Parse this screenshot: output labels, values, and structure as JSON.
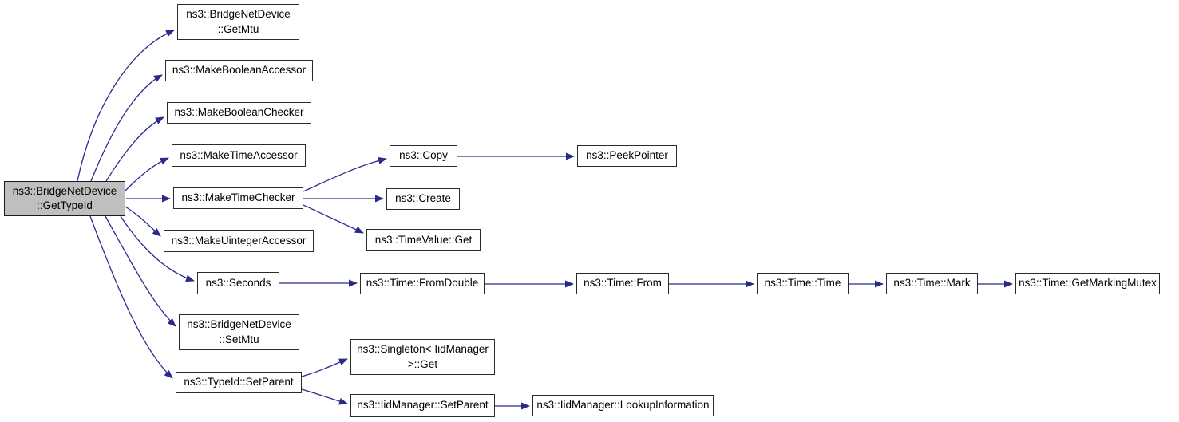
{
  "diagram": {
    "type": "call-graph",
    "edge_color": "#2a2a8c",
    "main_node_fill": "#bfbfbf",
    "node_fill": "#ffffff",
    "node_border": "#2b2b2b"
  },
  "nodes": [
    {
      "id": "get-type-id",
      "label": "ns3::BridgeNetDevice\n::GetTypeId",
      "main": true
    },
    {
      "id": "get-mtu",
      "label": "ns3::BridgeNetDevice\n::GetMtu"
    },
    {
      "id": "make-boolean-accessor",
      "label": "ns3::MakeBooleanAccessor"
    },
    {
      "id": "make-boolean-checker",
      "label": "ns3::MakeBooleanChecker"
    },
    {
      "id": "make-time-accessor",
      "label": "ns3::MakeTimeAccessor"
    },
    {
      "id": "make-time-checker",
      "label": "ns3::MakeTimeChecker"
    },
    {
      "id": "make-uinteger-accessor",
      "label": "ns3::MakeUintegerAccessor"
    },
    {
      "id": "seconds",
      "label": "ns3::Seconds"
    },
    {
      "id": "set-mtu",
      "label": "ns3::BridgeNetDevice\n::SetMtu"
    },
    {
      "id": "type-id-set-parent",
      "label": "ns3::TypeId::SetParent"
    },
    {
      "id": "copy",
      "label": "ns3::Copy"
    },
    {
      "id": "create",
      "label": "ns3::Create"
    },
    {
      "id": "time-value-get",
      "label": "ns3::TimeValue::Get"
    },
    {
      "id": "peek-pointer",
      "label": "ns3::PeekPointer"
    },
    {
      "id": "time-from-double",
      "label": "ns3::Time::FromDouble"
    },
    {
      "id": "time-from",
      "label": "ns3::Time::From"
    },
    {
      "id": "time-time",
      "label": "ns3::Time::Time"
    },
    {
      "id": "time-mark",
      "label": "ns3::Time::Mark"
    },
    {
      "id": "time-get-marking-mutex",
      "label": "ns3::Time::GetMarkingMutex"
    },
    {
      "id": "singleton-iid-manager-get",
      "label": "ns3::Singleton< IidManager\n>::Get"
    },
    {
      "id": "iid-manager-set-parent",
      "label": "ns3::IidManager::SetParent"
    },
    {
      "id": "iid-manager-lookup-information",
      "label": "ns3::IidManager::LookupInformation"
    }
  ],
  "edges": [
    {
      "from": "get-type-id",
      "to": "get-mtu"
    },
    {
      "from": "get-type-id",
      "to": "make-boolean-accessor"
    },
    {
      "from": "get-type-id",
      "to": "make-boolean-checker"
    },
    {
      "from": "get-type-id",
      "to": "make-time-accessor"
    },
    {
      "from": "get-type-id",
      "to": "make-time-checker"
    },
    {
      "from": "get-type-id",
      "to": "make-uinteger-accessor"
    },
    {
      "from": "get-type-id",
      "to": "seconds"
    },
    {
      "from": "get-type-id",
      "to": "set-mtu"
    },
    {
      "from": "get-type-id",
      "to": "type-id-set-parent"
    },
    {
      "from": "make-time-checker",
      "to": "copy"
    },
    {
      "from": "make-time-checker",
      "to": "create"
    },
    {
      "from": "make-time-checker",
      "to": "time-value-get"
    },
    {
      "from": "copy",
      "to": "peek-pointer"
    },
    {
      "from": "seconds",
      "to": "time-from-double"
    },
    {
      "from": "time-from-double",
      "to": "time-from"
    },
    {
      "from": "time-from",
      "to": "time-time"
    },
    {
      "from": "time-time",
      "to": "time-mark"
    },
    {
      "from": "time-mark",
      "to": "time-get-marking-mutex"
    },
    {
      "from": "type-id-set-parent",
      "to": "singleton-iid-manager-get"
    },
    {
      "from": "type-id-set-parent",
      "to": "iid-manager-set-parent"
    },
    {
      "from": "iid-manager-set-parent",
      "to": "iid-manager-lookup-information"
    }
  ]
}
